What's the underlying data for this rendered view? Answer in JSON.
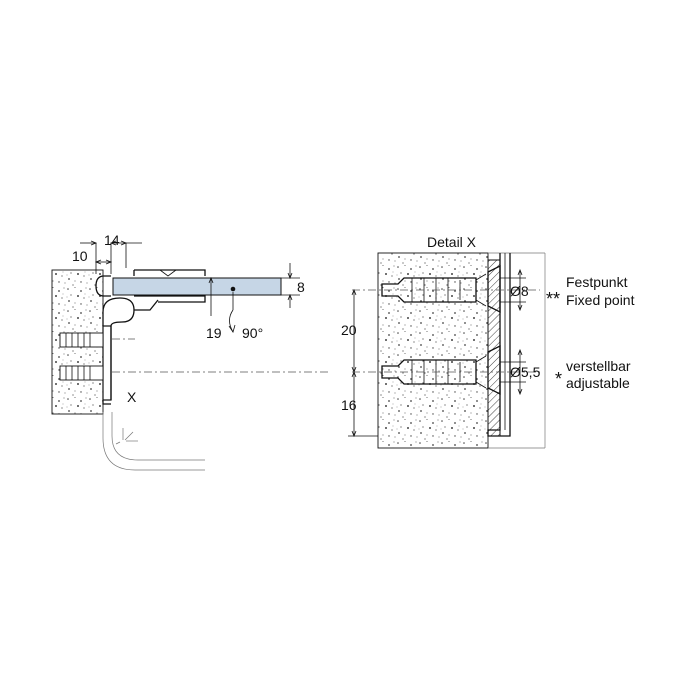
{
  "labels": {
    "dim_10": "10",
    "dim_14": "14",
    "dim_8": "8",
    "dim_19": "19",
    "angle_90": "90°",
    "view_x": "X",
    "detail_title": "Detail X",
    "dim_20": "20",
    "dim_16": "16",
    "dia_8": "Ø8",
    "dia_5_5": "Ø5,5",
    "fixed_mark": "**",
    "fixed_de": "Festpunkt",
    "fixed_en": "Fixed point",
    "adjust_mark": "*",
    "adjust_de": "verstellbar",
    "adjust_en": "adjustable"
  },
  "colors": {
    "glass": "#c6d6e6",
    "line": "#111111",
    "wall_speckle": "#444444"
  }
}
